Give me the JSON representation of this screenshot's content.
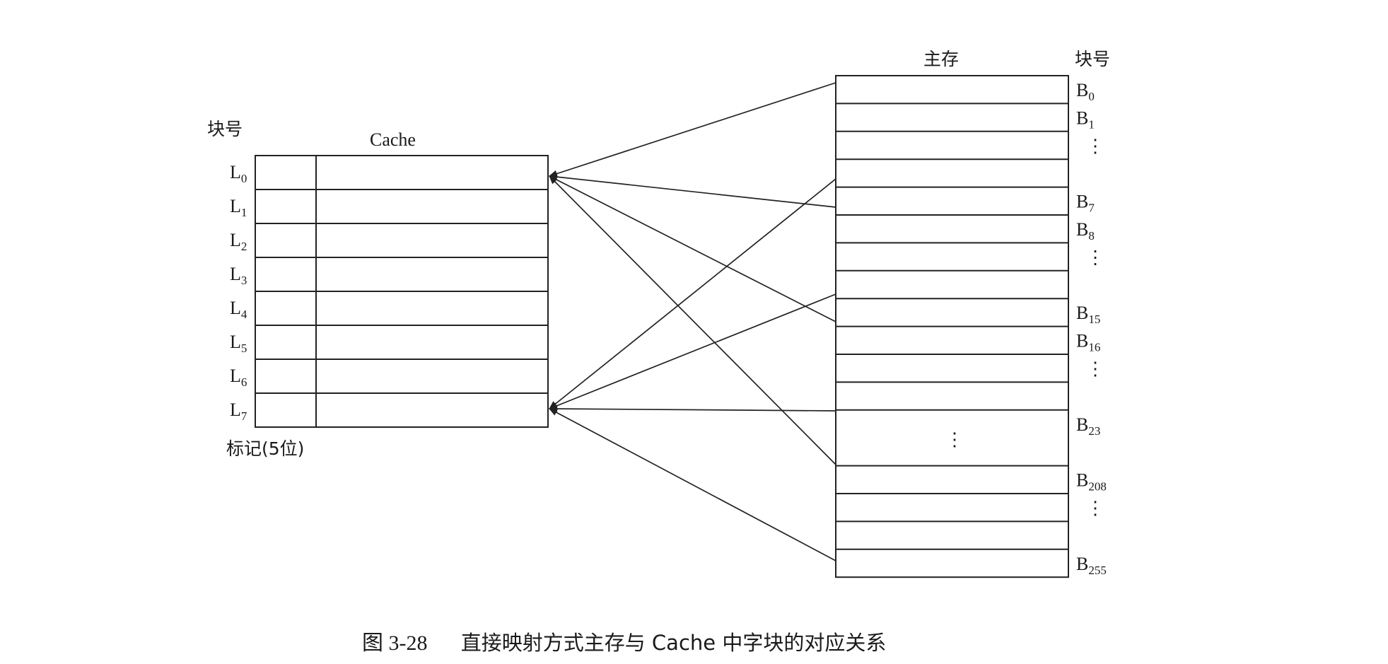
{
  "caption": {
    "figure_number": "图 3-28",
    "title": "直接映射方式主存与 Cache 中字块的对应关系"
  },
  "cache": {
    "title": "Cache",
    "block_number_header": "块号",
    "tag_label": "标记(5位)",
    "lines": [
      {
        "base": "L",
        "sub": "0"
      },
      {
        "base": "L",
        "sub": "1"
      },
      {
        "base": "L",
        "sub": "2"
      },
      {
        "base": "L",
        "sub": "3"
      },
      {
        "base": "L",
        "sub": "4"
      },
      {
        "base": "L",
        "sub": "5"
      },
      {
        "base": "L",
        "sub": "6"
      },
      {
        "base": "L",
        "sub": "7"
      }
    ]
  },
  "main_memory": {
    "title": "主存",
    "block_number_header": "块号",
    "labels": [
      {
        "row": 0,
        "base": "B",
        "sub": "0"
      },
      {
        "row": 1,
        "base": "B",
        "sub": "1"
      },
      {
        "row": 2,
        "text": "⋮"
      },
      {
        "row": 4,
        "base": "B",
        "sub": "7"
      },
      {
        "row": 5,
        "base": "B",
        "sub": "8"
      },
      {
        "row": 6,
        "text": "⋮"
      },
      {
        "row": 8,
        "base": "B",
        "sub": "15"
      },
      {
        "row": 9,
        "base": "B",
        "sub": "16"
      },
      {
        "row": 10,
        "text": "⋮"
      },
      {
        "row": 12,
        "base": "B",
        "sub": "23"
      },
      {
        "row": 14,
        "base": "B",
        "sub": "208"
      },
      {
        "row": 15,
        "text": "⋮"
      },
      {
        "row": 17,
        "base": "B",
        "sub": "255"
      }
    ],
    "gap_ellipsis": "⋮"
  },
  "mappings": [
    {
      "from_block": "B0",
      "to_line": "L0"
    },
    {
      "from_block": "B8",
      "to_line": "L0"
    },
    {
      "from_block": "B16",
      "to_line": "L0"
    },
    {
      "from_block": "B208",
      "to_line": "L0"
    },
    {
      "from_block": "B7",
      "to_line": "L7"
    },
    {
      "from_block": "B15",
      "to_line": "L7"
    },
    {
      "from_block": "B23",
      "to_line": "L7"
    },
    {
      "from_block": "B255",
      "to_line": "L7"
    }
  ]
}
